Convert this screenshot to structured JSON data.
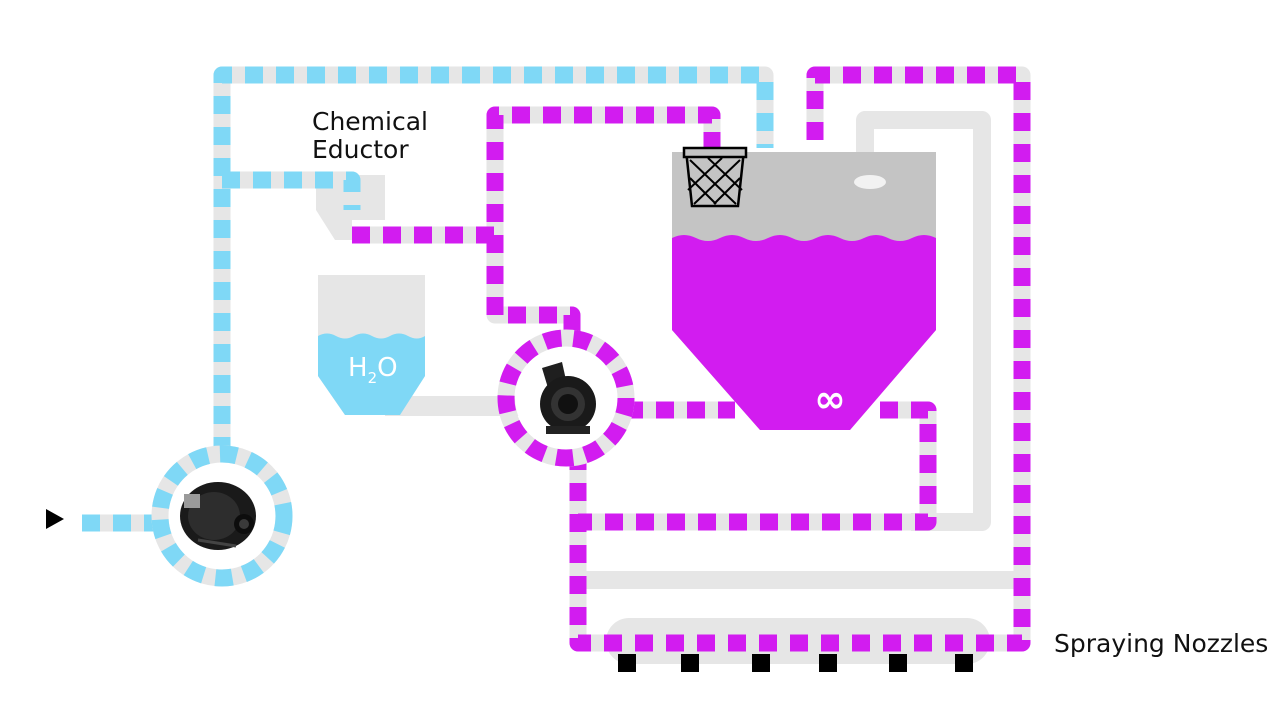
{
  "labels": {
    "chemical_eductor_line1": "Chemical",
    "chemical_eductor_line2": "Eductor",
    "spraying_nozzles": "Spraying Nozzles",
    "water_tank_h": "H",
    "water_tank_sub": "2",
    "water_tank_o": "O",
    "chemical_tank_symbol": "∞"
  },
  "colors": {
    "water_line": "#7fd8f6",
    "chemical_line": "#d21cf0",
    "pipe_gray": "#e6e6e6",
    "tank_gray": "#c4c4c4",
    "chemical_fill": "#d21cf0",
    "water_fill": "#7fd8f6",
    "nozzle": "#000000"
  },
  "icons": {
    "inlet": "inlet-arrow-icon",
    "transfer_pump": "transfer-pump-icon",
    "centrifugal_pump": "centrifugal-pump-icon",
    "strainer": "strainer-basket-icon",
    "nozzle": "nozzle-icon"
  }
}
